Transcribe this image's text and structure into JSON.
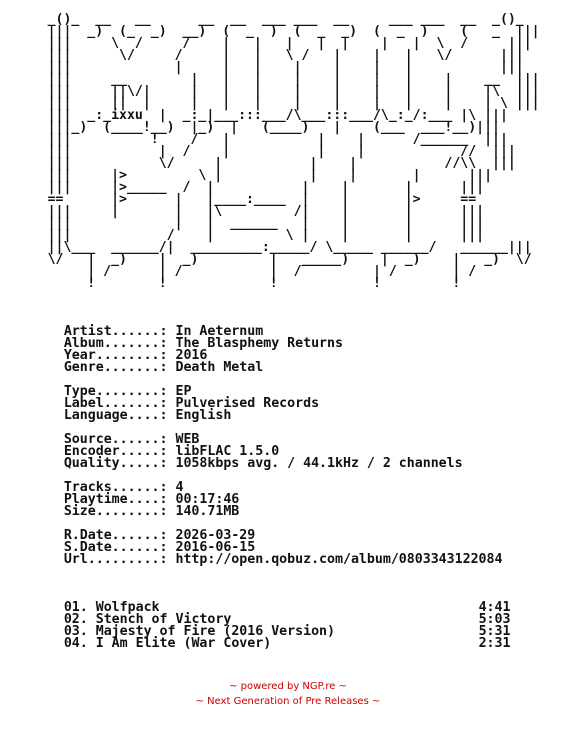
{
  "ascii_logo": [
    "      _()_  __   __      __  __  ___ ___  __     ___ ___  __  _()_",
    "      |||  _)  (_  _)  __)  (  _  )  (  _  _)  (  _  )    (   _  |||",
    "      |||     \\  /     /    |   |   |   |  |    |   |  \\  /     |||",
    "      |||      \\/     /     |   |   \\ /   |    |   |   \\/      |||",
    "      |||             |     |   |    |    |    |   |           |||",
    "      |||     __        |   |   |    |    |    |   |    |    __  |||",
    "      |||     ||\\/|     |   |   |    |    |    |   |    |    |\\  |||",
    "      |||     ||  |     |   |   |    |    |    |   |    |    | \\ |||",
    "      |||  _:_ixxu  |  _:_|___:::___/\\___:::___/\\_:_/:___ |\\ |||",
    "      |||_)  (____!__)  |_)  |   (____)   |    (___  ___!__)|||",
    "      |||          !    /   |           |    |      /______  |||",
    "      |||           |  /    |           |    |            //  |||",
    "      |||           \\/     |           |    |           //\\\\  |||",
    "      |||     |>         \\ |           |    |       |      |||",
    "      |||     |>_____  /  |           |    |       |      |||",
    "      ==      |>      |   |____:____  |    |       |>     ==",
    "      |||     |       |   |\\         /|    |       |      |||",
    "      |||             |   |  ______   |    |       |      |||",
    "      |||            /    |         \\ |    |       |      |||",
    "      ||\\___  ______/|  _________:_____/ \\_____ ______/   ______|||",
    "      \\/   |  _)    |  _)         |   _____)    |  _)    |   _)  \\/",
    "           | /      | /           |  /         | /       | /",
    "           !        !             !            !         !"
  ],
  "release_info": {
    "artist": {
      "label": "Artist......:",
      "value": "In Aeternum"
    },
    "album": {
      "label": "Album.......:",
      "value": "The Blasphemy Returns"
    },
    "year": {
      "label": "Year........:",
      "value": "2016"
    },
    "genre": {
      "label": "Genre.......:",
      "value": "Death Metal"
    },
    "type": {
      "label": "Type........:",
      "value": "EP"
    },
    "label": {
      "label": "Label.......:",
      "value": "Pulverised Records"
    },
    "language": {
      "label": "Language....:",
      "value": "English"
    },
    "source": {
      "label": "Source......:",
      "value": "WEB"
    },
    "encoder": {
      "label": "Encoder.....:",
      "value": "libFLAC 1.5.0"
    },
    "quality": {
      "label": "Quality.....:",
      "value": "1058kbps avg. / 44.1kHz / 2 channels"
    },
    "tracks": {
      "label": "Tracks......:",
      "value": "4"
    },
    "playtime": {
      "label": "Playtime....:",
      "value": "00:17:46"
    },
    "size": {
      "label": "Size........:",
      "value": "140.71MB"
    },
    "rdate": {
      "label": "R.Date......:",
      "value": "2026-03-29"
    },
    "sdate": {
      "label": "S.Date......:",
      "value": "2016-06-15"
    },
    "url": {
      "label": "Url.........:",
      "value": "http://open.qobuz.com/album/0803343122084"
    }
  },
  "tracklist": [
    {
      "number": "01.",
      "title": "Wolfpack",
      "duration": "4:41"
    },
    {
      "number": "02.",
      "title": "Stench of Victory",
      "duration": "5:03"
    },
    {
      "number": "03.",
      "title": "Majesty of Fire (2016 Version)",
      "duration": "5:31"
    },
    {
      "number": "04.",
      "title": "I Am Elite (War Cover)",
      "duration": "2:31"
    }
  ],
  "footer": {
    "line1": "~ powered by NGP.re ~",
    "line2": "~ Next Generation of Pre Releases ~"
  },
  "colors": {
    "text": "#111111",
    "footer": "#cc0000",
    "background": "#ffffff"
  }
}
